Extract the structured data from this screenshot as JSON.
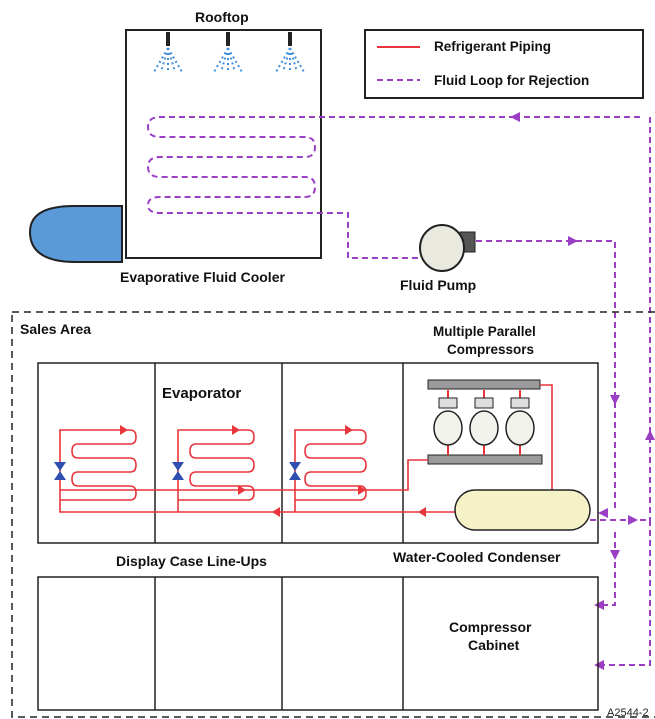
{
  "labels": {
    "rooftop": "Rooftop",
    "fluid_cooler": "Evaporative Fluid Cooler",
    "fluid_pump": "Fluid Pump",
    "sales_area": "Sales Area",
    "compressors_line1": "Multiple Parallel",
    "compressors_line2": "Compressors",
    "evaporator": "Evaporator",
    "display_cases": "Display Case Line-Ups",
    "condenser": "Water-Cooled Condenser",
    "cabinet_line1": "Compressor",
    "cabinet_line2": "Cabinet",
    "figure_id": "A2544-2"
  },
  "legend": {
    "refrigerant": "Refrigerant Piping",
    "fluid_loop": "Fluid Loop for Rejection"
  },
  "colors": {
    "refrigerant": "#e8343a",
    "fluid_loop": "#9a3fc4",
    "valve": "#2f4fb0",
    "spray": "#3f8fe0",
    "fan": "#5b9ad8",
    "equipment_gray": "#9a9a9a",
    "condenser_fill": "#f6f2c8"
  }
}
